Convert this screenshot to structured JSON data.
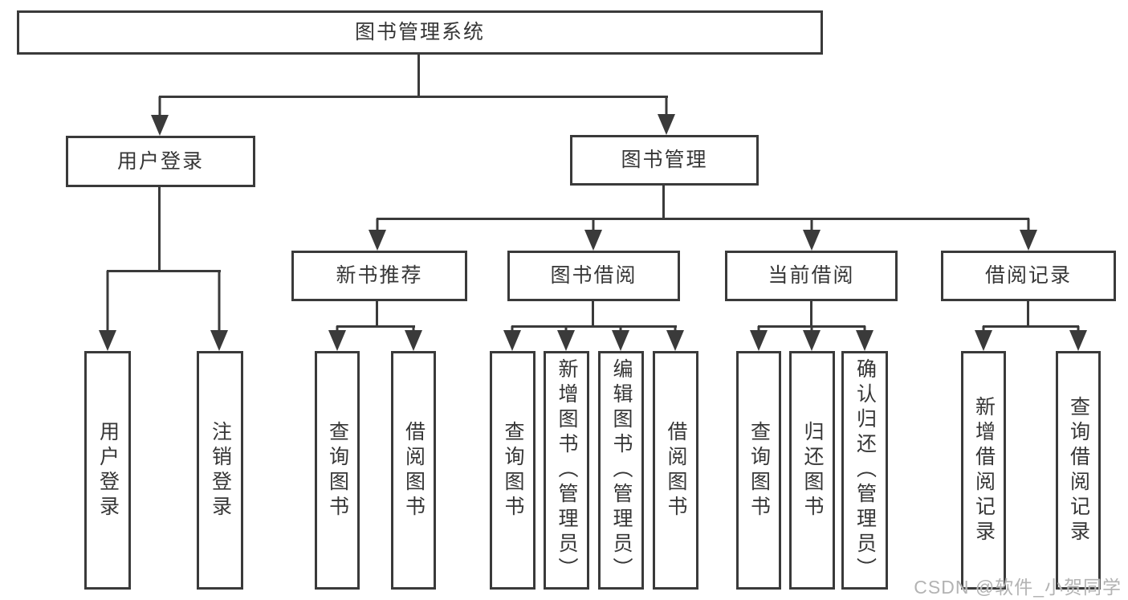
{
  "diagram": {
    "title": "图书管理系统",
    "level2": {
      "user_login": "用户登录",
      "book_management": "图书管理"
    },
    "level3": {
      "new_book_recommend": "新书推荐",
      "book_borrow": "图书借阅",
      "current_borrow": "当前借阅",
      "borrow_records": "借阅记录"
    },
    "leaves": {
      "user_login": "用户登录",
      "logout": "注销登录",
      "query_books_1": "查询图书",
      "borrow_books_1": "借阅图书",
      "query_books_2": "查询图书",
      "add_books_admin": "新增图书（管理员）",
      "edit_books_admin": "编辑图书（管理员）",
      "borrow_books_2": "借阅图书",
      "query_books_3": "查询图书",
      "return_books": "归还图书",
      "confirm_return_admin": "确认归还（管理员）",
      "add_borrow_record": "新增借阅记录",
      "query_borrow_record": "查询借阅记录"
    }
  },
  "watermark": "CSDN @软件_小贺同学",
  "colors": {
    "line": "#3a3a3a",
    "text": "#363636",
    "background": "#ffffff",
    "watermark": "#b3b3b3"
  }
}
